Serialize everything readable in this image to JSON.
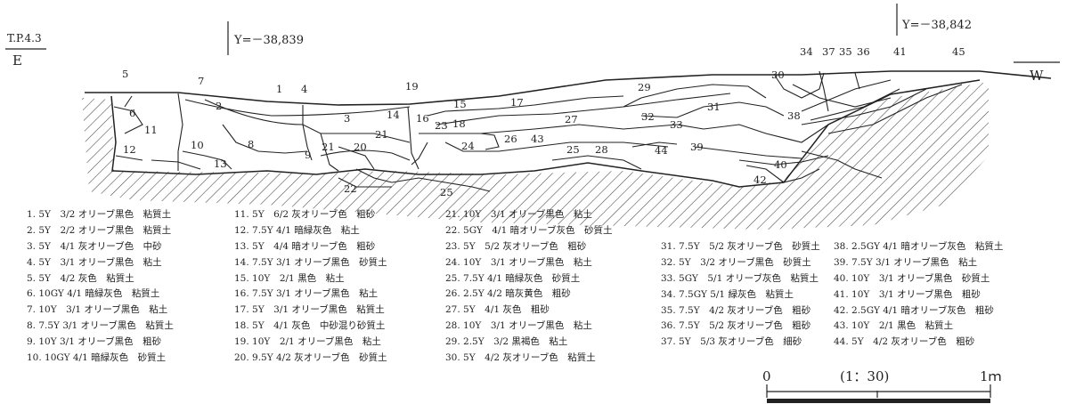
{
  "header": {
    "datum": "T.P.4.3",
    "east": "E",
    "west": "W",
    "y_left": "Y=－38,839",
    "y_right": "Y=－38,842"
  },
  "scale": {
    "zero": "0",
    "ratio": "(1：30)",
    "one_m": "1ｍ"
  },
  "layer_numbers": [
    "1",
    "2",
    "3",
    "4",
    "5",
    "6",
    "7",
    "8",
    "9",
    "10",
    "11",
    "12",
    "13",
    "14",
    "15",
    "16",
    "17",
    "18",
    "19",
    "20",
    "21",
    "21",
    "22",
    "23",
    "24",
    "25",
    "25",
    "26",
    "27",
    "28",
    "29",
    "30",
    "31",
    "32",
    "33",
    "34",
    "35",
    "36",
    "37",
    "38",
    "39",
    "40",
    "41",
    "42",
    "43",
    "44",
    "45"
  ],
  "legend": [
    [
      "1. 5Y　3/2 オリーブ黒色　粘質土",
      "2. 5Y　2/2 オリーブ黒色　粘質土",
      "3. 5Y　4/1 灰オリーブ色　中砂",
      "4. 5Y　3/1 オリーブ黒色　粘土",
      "5. 5Y　4/2 灰色　粘質土",
      "6. 10GY 4/1 暗緑灰色　粘質土",
      "7. 10Y　3/1 オリーブ黒色　粘土",
      "8. 7.5Y 3/1 オリーブ黒色　粘質土",
      "9. 10Y 3/1 オリーブ黒色　粗砂",
      "10. 10GY 4/1 暗緑灰色　砂質土"
    ],
    [
      "11. 5Y　6/2 灰オリーブ色　粗砂",
      "12. 7.5Y 4/1 暗緑灰色　粘土",
      "13. 5Y　4/4 暗オリーブ色　粗砂",
      "14. 7.5Y 3/1 オリーブ黒色　砂質土",
      "15. 10Y　2/1 黒色　粘土",
      "16. 7.5Y 3/1 オリーブ黒色　粘土",
      "17. 5Y　3/1 オリーブ黒色　粘質土",
      "18. 5Y　4/1 灰色　中砂混り砂質土",
      "19. 10Y　2/1 オリーブ黒色　粘土",
      "20. 9.5Y 4/2 灰オリーブ色　砂質土"
    ],
    [
      "21. 10Y　3/1 オリーブ黒色　粘土",
      "22. 5GY　4/1 暗オリーブ灰色　砂質土",
      "23. 5Y　5/2 灰オリーブ色　粗砂",
      "24. 10Y　3/1 オリーブ黒色　粘土",
      "25. 7.5Y 4/1 暗緑灰色　砂質土",
      "26. 2.5Y 4/2 暗灰黄色　粗砂",
      "27. 5Y　4/1 灰色　粗砂",
      "28. 10Y　3/1 オリーブ黒色　粘土",
      "29. 2.5Y　3/2 黒褐色　粘土",
      "30. 5Y　4/2 灰オリーブ色　粘質土"
    ],
    [
      "31. 7.5Y　5/2 灰オリーブ色　砂質土",
      "32. 5Y　3/2 オリーブ黒色　砂質土",
      "33. 5GY　5/1 オリーブ灰色　粘質土",
      "34. 7.5GY 5/1 緑灰色　粘質土",
      "35. 7.5Y　4/2 灰オリーブ色　粗砂",
      "36. 7.5Y　5/2 灰オリーブ色　粗砂",
      "37. 5Y　5/3 灰オリーブ色　細砂"
    ],
    [
      "38. 2.5GY 4/1 暗オリーブ灰色　粘質土",
      "39. 7.5Y 3/1 オリーブ黒色　粘土",
      "40. 10Y　3/1 オリーブ黒色　砂質土",
      "41. 10Y　3/1 オリーブ黒色　粗砂",
      "42. 2.5GY 4/1 暗オリーブ灰色　粗砂",
      "43. 10Y　2/1 黒色　粘質土",
      "44. 5Y　4/2 灰オリーブ色　粗砂"
    ]
  ]
}
